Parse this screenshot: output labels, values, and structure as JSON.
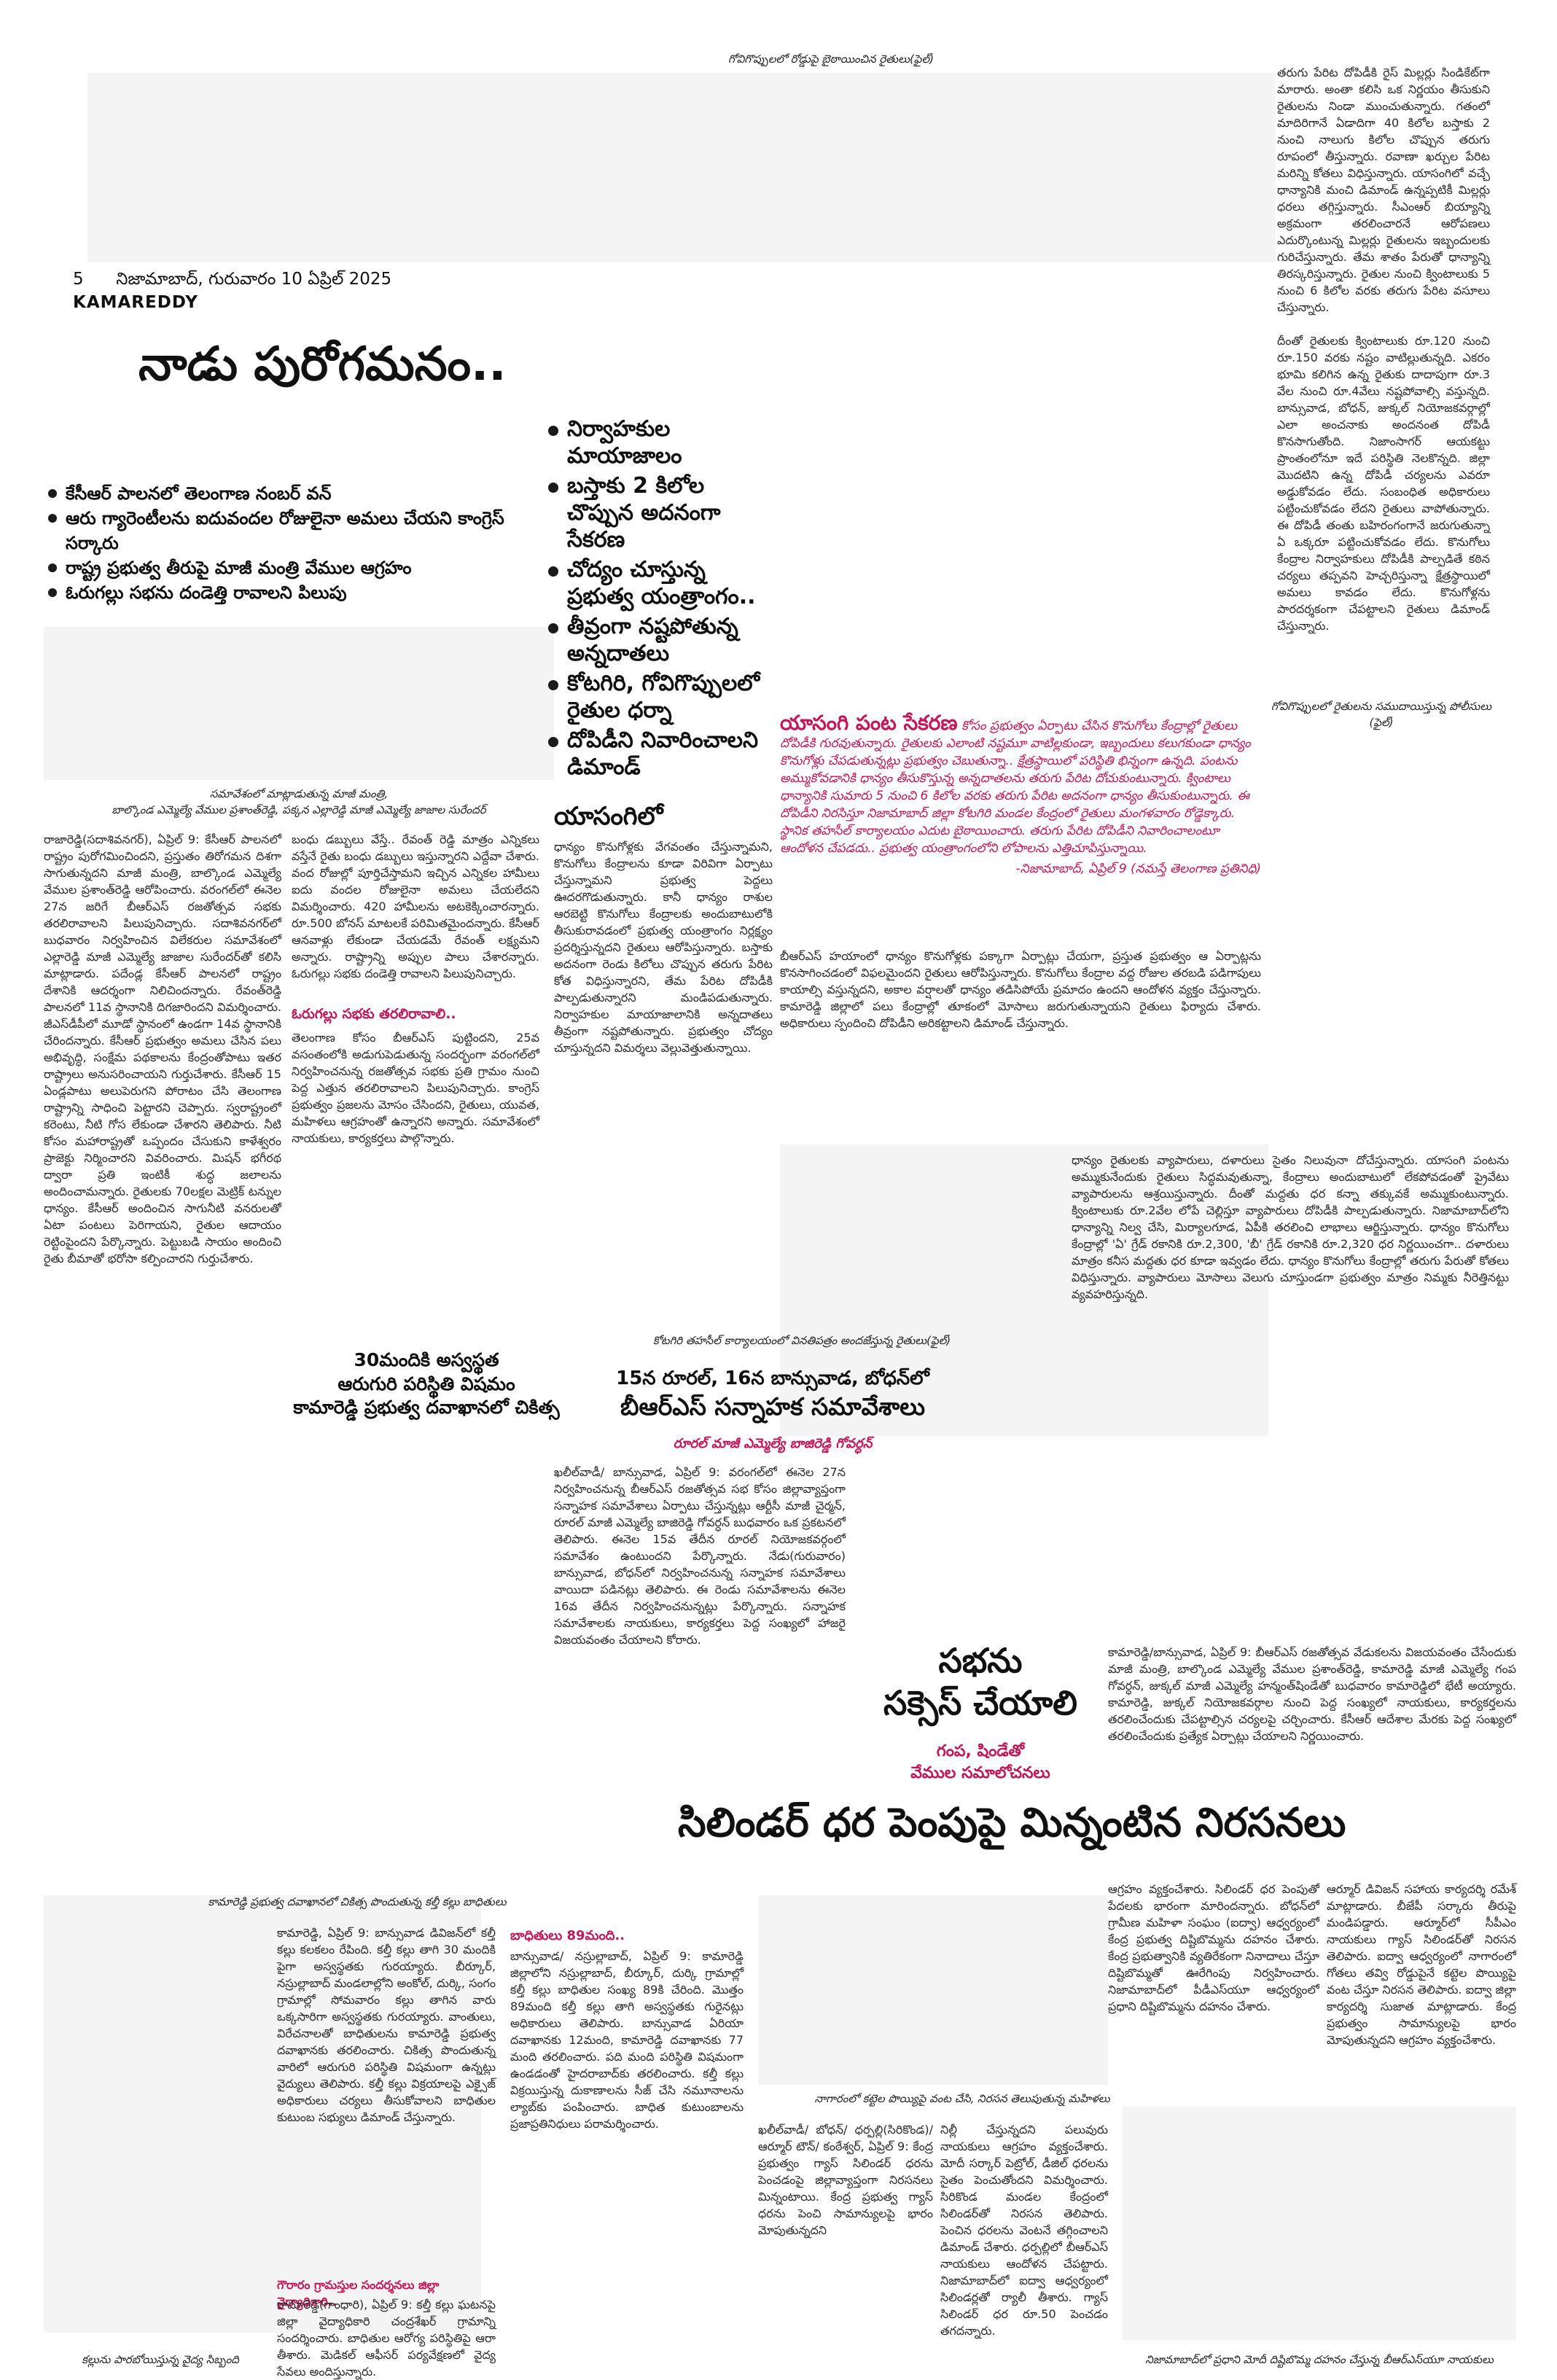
{
  "folio": {
    "page_number": "5",
    "date_line": "నిజామాబాద్, గురువారం 10 ఏప్రిల్ 2025",
    "edition": "KAMAREDDY"
  },
  "captions": {
    "top_photo": "గోవిగొప్పులలో రోడ్డుపై బైఠాయించిన రైతులు(ఫైల్)",
    "right_photo": "గోవిగొప్పులలో రైతులను సముదాయిస్తున్న పోలీసులు (ఫైల్)",
    "meeting_photo_1": "సమావేశంలో మాట్లాడుతున్న మాజీ మంత్రి,",
    "meeting_photo_2": "బాల్కొండ ఎమ్మెల్యే వేముల ప్రశాంత్‌రెడ్డి, పక్కన ఎల్లారెడ్డి మాజీ ఎమ్మెల్యే జాజాల సురేందర్",
    "tahsil_photo": "కోటగిరి తహసీల్ కార్యాలయంలో వినతిపత్రం అందజేస్తున్న రైతులు(ఫైల్)",
    "gas_photo": "కామారెడ్డి ప్రభుత్వ దవాఖానలో చికిత్స పొందుతున్న కల్తీ కల్లు బాధితులు",
    "bottom_left_photo": "కల్లును పారబోయిస్తున్న వైద్య సిబ్బంది",
    "bottom_mid_photo": "నాగారంలో కట్టెల పొయ్యిపై వంట చేసి, నిరసన తెలుపుతున్న మహిళలు",
    "bottom_right_photo": "నిజామాబాద్‌లో ప్రధాని మోదీ దిష్టిబొమ్మ దహనం చేస్తున్న బీఆర్‌ఎస్‌యూ నాయకులు"
  },
  "lead_story": {
    "headline": "నాడు పురోగమనం..",
    "bullets": [
      "కేసీఆర్ పాలనలో తెలంగాణ నంబర్ వన్",
      "ఆరు గ్యారెంటీలను ఐదువందల రోజులైనా అమలు చేయని కాంగ్రెస్ సర్కారు",
      "రాష్ట్ర ప్రభుత్వ తీరుపై మాజీ మంత్రి వేముల ఆగ్రహం",
      "ఓరుగల్లు సభను దండెత్తి రావాలని పిలుపు"
    ],
    "col1": "రాజారెడ్డి(సదాశివనగర్), ఏప్రిల్ 9: కేసీఆర్ పాలనలో రాష్ట్రం పురోగమించిందని, ప్రస్తుతం తిరోగమన దిశగా సాగుతున్నదని మాజీ మంత్రి, బాల్కొండ ఎమ్మెల్యే వేముల ప్రశాంత్‌రెడ్డి ఆరోపించారు. వరంగల్‌లో ఈనెల 27న జరిగే బీఆర్‌ఎస్ రజతోత్సవ సభకు తరలిరావాలని పిలుపునిచ్చారు. సదాశివనగర్‌లో బుధవారం నిర్వహించిన విలేకరుల సమావేశంలో ఎల్లారెడ్డి మాజీ ఎమ్మెల్యే జాజాల సురేందర్‌తో కలిసి మాట్లాడారు. పదేండ్ల కేసీఆర్ పాలనలో రాష్ట్రం దేశానికి ఆదర్శంగా నిలిచిందన్నారు. రేవంత్‌రెడ్డి పాలనలో 11వ స్థానానికి దిగజారిందని విమర్శించారు. జీఎస్‌డీపీలో మూడో స్థానంలో ఉండగా 14వ స్థానానికి చేరిందన్నారు. కేసీఆర్ ప్రభుత్వం అమలు చేసిన పలు అభివృద్ధి, సంక్షేమ పథకాలను కేంద్రంతోపాటు ఇతర రాష్ట్రాలు అనుసరించాయని గుర్తుచేశారు. కేసీఆర్ 15 ఏండ్లపాటు అలుపెరుగని పోరాటం చేసి తెలంగాణ రాష్ట్రాన్ని సాధించి పెట్టారని చెప్పారు. స్వరాష్ట్రంలో కరెంటు, నీటి గోస లేకుండా చేశారని తెలిపారు. నీటి కోసం మహారాష్ట్రతో ఒప్పందం చేసుకుని కాళేశ్వరం ప్రాజెక్టు నిర్మించారని వివరించారు. మిషన్ భగీరథ ద్వారా ప్రతి ఇంటికీ శుద్ధ జలాలను అందించామన్నారు. రైతులకు 70లక్షల మెట్రిక్ టన్నుల ధాన్యం. కేసీఆర్ అందించిన సాగునీటి వనరులతో ఏటా పంటలు పెరిగాయని, రైతుల ఆదాయం రెట్టింపైందని పేర్కొన్నారు. పెట్టుబడి సాయం అందించి రైతు బీమాతో భరోసా కల్పించారని గుర్తుచేశారు.",
    "col2": "బంధు డబ్బులు వేస్తే.. రేవంత్ రెడ్డి మాత్రం ఎన్నికలు వస్తేనే రైతు బంధు డబ్బులు ఇస్తున్నారని ఎద్దేవా చేశారు. వంద రోజుల్లో పూర్తిచేస్తామని ఇచ్చిన ఎన్నికల హామీలు ఐదు వందల రోజులైనా అమలు చేయలేదని విమర్శించారు. 420 హామీలను అటకెక్కించారన్నారు. రూ.500 బోనస్‌ మాటలకే పరిమితమైందన్నారు. కేసీఆర్ ఆనవాళ్లు లేకుండా చేయడమే రేవంత్ లక్ష్యమని అన్నారు. రాష్ట్రాన్ని అప్పుల పాలు చేశారన్నారు. ఓరుగల్లు సభకు దండెత్తి రావాలని పిలుపునిచ్చారు.",
    "subhead": "ఓరుగల్లు సభకు తరలిరావాలి..",
    "col2b": "తెలంగాణ కోసం బీఆర్‌ఎస్ పుట్టిందని, 25వ వసంతంలోకి అడుగుపెడుతున్న సందర్భంగా వరంగల్‌లో నిర్వహించనున్న రజతోత్సవ సభకు ప్రతి గ్రామం నుంచి పెద్ద ఎత్తున తరలిరావాలని పిలుపునిచ్చారు. కాంగ్రెస్ ప్రభుత్వం ప్రజలను మోసం చేసిందని, రైతులు, యువత, మహిళలు ఆగ్రహంతో ఉన్నారని అన్నారు. సమావేశంలో నాయకులు, కార్యకర్తలు పాల్గొన్నారు."
  },
  "side_headline": {
    "bullets": [
      "నిర్వాహకుల మాయాజాలం",
      "బస్తాకు 2 కిలోల చొప్పున అదనంగా సేకరణ",
      "చోద్యం చూస్తున్న ప్రభుత్వ యంత్రాంగం..",
      "తీవ్రంగా నష్టపోతున్న అన్నదాతలు",
      "కోటగిరి, గోవిగొప్పులలో రైతుల ధర్నా",
      "దోపిడీని నివారించాలని డిమాండ్"
    ]
  },
  "paddy_story": {
    "dropcap": "యాసంగిలో",
    "col1": "ధాన్యం కొనుగోళ్లకు వేగవంతం చేస్తున్నామని, కొనుగోలు కేంద్రాలను కూడా విరివిగా ఏర్పాటు చేస్తున్నామని ప్రభుత్వ పెద్దలు ఊదరగొడుతున్నారు. కానీ ధాన్యం రాశుల ఆరబెట్టి కొనుగోలు కేంద్రాలకు అందుబాటులోకి తీసుకురావడంలో ప్రభుత్వ యంత్రాంగం నిర్లక్ష్యం ప్రదర్శిస్తున్నదని రైతులు ఆరోపిస్తున్నారు. బస్తాకు అదనంగా రెండు కిలోలు చొప్పున తరుగు పేరిట కోత విధిస్తున్నారని, తేమ పేరిట దోపిడీకి పాల్పడుతున్నారని మండిపడుతున్నారు. నిర్వాహకుల మాయాజాలానికి అన్నదాతలు తీవ్రంగా నష్టపోతున్నారు. ప్రభుత్వం చోద్యం చూస్తున్నదని విమర్శలు వెల్లువెత్తుతున్నాయి.",
    "col2": "బీఆర్‌ఎస్ హయాంలో ధాన్యం కొనుగోళ్లకు పక్కాగా ఏర్పాట్లు చేయగా, ప్రస్తుత ప్రభుత్వం ఆ ఏర్పాట్లను కొనసాగించడంలో విఫలమైందని రైతులు ఆరోపిస్తున్నారు. కొనుగోలు కేంద్రాల వద్ద రోజుల తరబడి పడిగాపులు కాయాల్సి వస్తున్నదని, అకాల వర్షాలతో ధాన్యం తడిసిపోయే ప్రమాదం ఉందని ఆందోళన వ్యక్తం చేస్తున్నారు. కామారెడ్డి జిల్లాలో పలు కేంద్రాల్లో తూకంలో మోసాలు జరుగుతున్నాయని రైతులు ఫిర్యాదు చేశారు. అధికారులు స్పందించి దోపిడీని అరికట్టాలని డిమాండ్ చేస్తున్నారు."
  },
  "pull_box": {
    "lead": "యాసంగి పంట సేకరణ",
    "text": "కోసం ప్రభుత్వం ఏర్పాటు చేసిన కొనుగోలు కేంద్రాల్లో రైతులు దోపిడీకి గురవుతున్నారు. రైతులకు ఎలాంటి నష్టమూ వాటిల్లకుండా, ఇబ్బందులు కలుగకుండా ధాన్యం కొనుగోళ్లు చేపడుతున్నట్లు ప్రభుత్వం చెబుతున్నా.. క్షేత్రస్థాయిలో పరిస్థితి భిన్నంగా ఉన్నది. పంటను అమ్ముకోవడానికి ధాన్యం తీసుకొస్తున్న అన్నదాతలను తరుగు పేరిట దోచుకుంటున్నారు. క్వింటాలు ధాన్యానికి సుమారు 5 నుంచి 6 కిలోల వరకు తరుగు పేరిట అదనంగా ధాన్యం తీసుకుంటున్నారు. ఈ దోపిడీని నిరసిస్తూ నిజామాబాద్ జిల్లా కోటగిరి మండల కేంద్రంలో రైతులు మంగళవారం రోడ్డెక్కారు. స్థానిక తహసీల్ కార్యాలయం ఎదుట బైఠాయించారు. తరుగు పేరిట దోపిడీని నివారించాలంటూ ఆందోళన చేపడదు.. ప్రభుత్వ యంత్రాంగంలోని లోపాలను ఎత్తిచూపిస్తున్నాయి.",
    "byline": "-నిజామాబాద్, ఏప్రిల్ 9 (నమస్తే తెలంగాణ ప్రతినిధి)"
  },
  "right_col_top": "తరుగు పేరిట దోపిడీకి రైస్ మిల్లర్లు సిండికేట్‌గా మారారు. అంతా కలిసి ఒక నిర్ణయం తీసుకుని రైతులను నిండా ముంచుతున్నారు. గతంలో మాదిరిగానే ఏడాదిగా 40 కిలోల బస్తాకు 2 నుంచి నాలుగు కిలోల చొప్పున తరుగు రూపంలో తీస్తున్నారు. రవాణా ఖర్చుల పేరిట మరిన్ని కోతలు విధిస్తున్నారు. యాసంగిలో వచ్చే ధాన్యానికి మంచి డిమాండ్ ఉన్నప్పటికీ మిల్లర్లు ధరలు తగ్గిస్తున్నారు. సీఎంఆర్ బియ్యాన్ని అక్రమంగా తరలించారనే ఆరోపణలు ఎదుర్కొంటున్న మిల్లర్లు రైతులను ఇబ్బందులకు గురిచేస్తున్నారు. తేమ శాతం పేరుతో ధాన్యాన్ని తిరస్కరిస్తున్నారు. రైతుల నుంచి క్వింటాలుకు 5 నుంచి 6 కిలోల వరకు తరుగు పేరిట వసూలు చేస్తున్నారు.\n\nదీంతో రైతులకు క్వింటాలుకు రూ.120 నుంచి రూ.150 వరకు నష్టం వాటిల్లుతున్నది. ఎకరం భూమి కలిగిన ఉన్న రైతుకు దాదాపుగా రూ.3 వేల నుంచి రూ.4వేలు నష్టపోవాల్సి వస్తున్నది. బాన్సువాడ, బోధన్, జుక్కల్ నియోజకవర్గాల్లో ఎలా అంచనాకు అందనంత దోపిడీ కొనసాగుతోంది. నిజాంసాగర్ ఆయకట్టు ప్రాంతంలోనూ ఇదే పరిస్థితి నెలకొన్నది. జిల్లా మొదటిని ఉన్న దోపిడీ చర్యలను ఎవరూ అడ్డుకోవడం లేదు. సంబంధిత అధికారులు పట్టించుకోవడం లేదని రైతులు వాపోతున్నారు. ఈ దోపిడీ తంతు బహిరంగంగానే జరుగుతున్నా ఏ ఒక్కరూ పట్టించుకోవడం లేదు. కొనుగోలు కేంద్రాల నిర్వాహకులు దోపిడీకి పాల్పడితే కఠిన చర్యలు తప్పవని హెచ్చరిస్తున్నా క్షేత్రస్థాయిలో అమలు కావడం లేదు. కొనుగోళ్లను పారదర్శకంగా చేపట్టాలని రైతులు డిమాండ్ చేస్తున్నారు.",
  "right_col_mid": "ధాన్యం రైతులకు వ్యాపారులు, దళారులు సైతం నిలువునా దోచేస్తున్నారు. యాసంగి పంటను అమ్ముకునేందుకు రైతులు సిద్ధమవుతున్నా, కేంద్రాలు అందుబాటులో లేకపోవడంతో ప్రైవేటు వ్యాపారులను ఆశ్రయిస్తున్నారు. దీంతో మద్దతు ధర కన్నా తక్కువకే అమ్ముకుంటున్నారు. క్వింటాలుకు రూ.2వేల లోపే చెల్లిస్తూ వ్యాపారులు దోపిడీకి పాల్పడుతున్నారు. నిజామాబాద్‌లోని ధాన్యాన్ని నిల్వ చేసి, మిర్యాలగూడ, ఏపీకి తరలించి లాభాలు ఆర్జిస్తున్నారు. ధాన్యం కొనుగోలు కేంద్రాల్లో 'ఏ' గ్రేడ్ రకానికి రూ.2,300, 'బీ' గ్రేడ్ రకానికి రూ.2,320 ధర నిర్ణయించగా.. దళారులు మాత్రం కనీస మద్దతు ధర కూడా ఇవ్వడం లేదు. ధాన్యం కొనుగోలు కేంద్రాల్లో తరుగు పేరుతో కోతలు విధిస్తున్నారు. వ్యాపారులు మోసాలు వెలుగు చూస్తుండగా ప్రభుత్వం మాత్రం నిమ్మకు నీరెత్తినట్టు వ్యవహరిస్తున్నది.",
  "health_story": {
    "headline_line1": "30మందికి అస్వస్థత",
    "headline_line2": "ఆరుగురి పరిస్థితి విషమం",
    "headline_line3": "కామారెడ్డి ప్రభుత్వ దవాఖానలో చికిత్స"
  },
  "brs_meet": {
    "headline_top": "15న రూరల్, 16న బాన్సువాడ, బోధన్‌లో",
    "headline_main": "బీఆర్‌ఎస్ సన్నాహక సమావేశాలు",
    "subhead": "రూరల్ మాజీ ఎమ్మెల్యే బాజిరెడ్డి గోవర్ధన్",
    "body": "ఖలీల్‌వాడీ/ బాన్సువాడ, ఏప్రిల్ 9: వరంగల్‌లో ఈనెల 27న నిర్వహించనున్న బీఆర్‌ఎస్ రజతోత్సవ సభ కోసం జిల్లావ్యాప్తంగా సన్నాహక సమావేశాలు ఏర్పాటు చేస్తున్నట్లు ఆర్టీసీ మాజీ చైర్మన్, రూరల్ మాజీ ఎమ్మెల్యే బాజిరెడ్డి గోవర్ధన్ బుధవారం ఒక ప్రకటనలో తెలిపారు. ఈనెల 15వ తేదీన రూరల్ నియోజకవర్గంలో సమావేశం ఉంటుందని పేర్కొన్నారు. నేడు(గురువారం) బాన్సువాడ, బోధన్‌లో నిర్వహించనున్న సన్నాహక సమావేశాలు వాయిదా పడినట్లు తెలిపారు. ఈ రెండు సమావేశాలను ఈనెల 16వ తేదీన నిర్వహించనున్నట్లు పేర్కొన్నారు. సన్నాహక సమావేశాలకు నాయకులు, కార్యకర్తలు పెద్ద సంఖ్యలో హాజరై విజయవంతం చేయాలని కోరారు."
  },
  "sabha": {
    "headline_line1": "సభను",
    "headline_line2": "సక్సెస్ చేయాలి",
    "sub_line1": "గంప, షిండేతో",
    "sub_line2": "వేముల సమాలోచనలు",
    "col1": "కామారెడ్డి/బాన్సువాడ, ఏప్రిల్ 9: బీఆర్‌ఎస్ రజతోత్సవ వేడుకలను విజయవంతం చేసేందుకు మాజీ మంత్రి, బాల్కొండ ఎమ్మెల్యే వేముల ప్రశాంత్‌రెడ్డి, కామారెడ్డి మాజీ ఎమ్మెల్యే గంప గోవర్ధన్, జుక్కల్ మాజీ ఎమ్మెల్యే హన్మంత్‌షిండేతో బుధవారం కామారెడ్డిలో భేటీ అయ్యారు. కామారెడ్డి, జుక్కల్ నియోజకవర్గాల నుంచి పెద్ద సంఖ్యలో నాయకులు, కార్యకర్తలను తరలించేందుకు చేపట్టాల్సిన చర్యలపై చర్చించారు. కేసీఆర్ ఆదేశాల మేరకు పెద్ద సంఖ్యలో తరలించేందుకు ప్రత్యేక ఏర్పాట్లు చేయాలని నిర్ణయించారు."
  },
  "gas_story": {
    "headline": "సిలిండర్ ధర పెంపుపై మిన్నంటిన నిరసనలు",
    "col1": "ఆగ్రహం వ్యక్తంచేశారు. సిలిండర్ ధర పెంపుతో పేదలకు భారంగా మారిందన్నారు. బోధన్‌లో గ్రామీణ మహిళా సంఘం (ఐద్వా) ఆధ్వర్యంలో కేంద్ర ప్రభుత్వ దిష్టిబొమ్మను దహనం చేశారు. కేంద్ర ప్రభుత్వానికి వ్యతిరేకంగా నినాదాలు చేస్తూ దిష్టిబొమ్మతో ఊరేగింపు నిర్వహించారు. నిజామాబాద్‌లో పీడీఎస్‌యూ ఆధ్వర్యంలో ప్రధాని దిష్టిబొమ్మను దహనం చేశారు.",
    "col2": "ఆర్మూర్ డివిజన్ సహాయ కార్యదర్శి రమేశ్ మాట్లాడారు. బీజేపీ సర్కారు తీరుపై మండిపడ్డారు. ఆర్మూర్‌లో సీపీఎం నాయకులు గ్యాస్ సిలిండర్‌తో నిరసన తెలిపారు. ఐద్వా ఆధ్వర్యంలో నాగారంలో గోతలు తవ్వి రోడ్డుపైనే కట్టెల పొయ్యిపై వంట చేస్తూ నిరసన తెలిపారు. ఐద్వా జిల్లా కార్యదర్శి సుజాత మాట్లాడారు. కేంద్ర ప్రభుత్వం సామాన్యులపై భారం మోపుతున్నదని ఆగ్రహం వ్యక్తంచేశారు."
  },
  "toddy_story": {
    "col1": "కామారెడ్డి, ఏప్రిల్ 9: బాన్సువాడ డివిజన్‌లో కల్తీ కల్లు కలకలం రేపింది. కల్తీ కల్లు తాగి 30 మందికి పైగా అస్వస్థతకు గురయ్యారు. బీర్కూర్, నస్రుల్లాబాద్ మండలాల్లోని అంకోల్, దుర్కి, సంగం గ్రామాల్లో సోమవారం కల్లు తాగిన వారు ఒక్కసారిగా అస్వస్థతకు గురయ్యారు. వాంతులు, విరేచనాలతో బాధితులను కామారెడ్డి ప్రభుత్వ దవాఖానకు తరలించారు. చికిత్స పొందుతున్న వారిలో ఆరుగురి పరిస్థితి విషమంగా ఉన్నట్లు వైద్యులు తెలిపారు. కల్తీ కల్లు విక్రయాలపై ఎక్సైజ్ అధికారులు చర్యలు తీసుకోవాలని బాధితుల కుటుంబ సభ్యులు డిమాండ్ చేస్తున్నారు.",
    "subhead": "గౌరారం గ్రామస్తుల సందర్శనలు జిల్లా వైద్యాధికారి..",
    "col1b": "రామారెడ్డి(గాంధారి), ఏప్రిల్ 9: కల్తీ కల్లు ఘటనపై జిల్లా వైద్యాధికారి చంద్రశేఖర్ గ్రామాన్ని సందర్శించారు. బాధితుల ఆరోగ్య పరిస్థితిపై ఆరా తీశారు. మెడికల్ ఆఫీసర్ పర్యవేక్షణలో వైద్య సేవలు అందిస్తున్నారు.",
    "subhead2": "బాధితులు 89మంది..",
    "col2": "బాన్సువాడ/ నస్రుల్లాబాద్, ఏప్రిల్ 9: కామారెడ్డి జిల్లాలోని నస్రుల్లాబాద్, బీర్కూర్, దుర్కి గ్రామాల్లో కల్తీ కల్లు బాధితుల సంఖ్య 89కి చేరింది. మొత్తం 89మంది కల్తీ కల్లు తాగి అస్వస్థతకు గురైనట్లు అధికారులు తెలిపారు. బాన్సువాడ ఏరియా దవాఖానకు 12మంది, కామారెడ్డి దవాఖానకు 77 మంది తరలించారు. పది మంది పరిస్థితి విషమంగా ఉండడంతో హైదరాబాద్‌కు తరలించారు. కల్తీ కల్లు విక్రయిస్తున్న దుకాణాలను సీజ్ చేసి నమూనాలను ల్యాబ్‌కు పంపించారు. బాధిత కుటుంబాలను ప్రజాప్రతినిధులు పరామర్శించారు."
  },
  "protest_story": {
    "col1": "ఖలీల్‌వాడీ/ బోధన్/ ధర్పల్లి(సిరికొండ)/ ఆర్మూర్ టౌన్/ కంఠేశ్వర్, ఏప్రిల్ 9: కేంద్ర ప్రభుత్వం గ్యాస్ సిలిండర్ ధరను పెంచడంపై జిల్లావ్యాప్తంగా నిరసనలు మిన్నంటాయి. కేంద్ర ప్రభుత్వ గ్యాస్ ధరను పెంచి సామాన్యులపై భారం మోపుతున్నదని",
    "col2": "నిల్లీ చేస్తున్నదని పలువురు నాయకులు ఆగ్రహం వ్యక్తంచేశారు. మోదీ సర్కార్ పెట్రోల్, డీజిల్ ధరలను సైతం పెంచుతోందని విమర్శించారు. సిరికొండ మండల కేంద్రంలో సిలిండర్‌తో నిరసన తెలిపారు. పెంచిన ధరలను వెంటనే తగ్గించాలని డిమాండ్ చేశారు. ధర్పల్లిలో బీఆర్‌ఎస్ నాయకులు ఆందోళన చేపట్టారు. నిజామాబాద్‌లో ఐద్వా ఆధ్వర్యంలో సిలిండర్లతో ర్యాలీ తీశారు. గ్యాస్ సిలిండర్ ధర రూ.50 పెంచడం తగదన్నారు."
  }
}
